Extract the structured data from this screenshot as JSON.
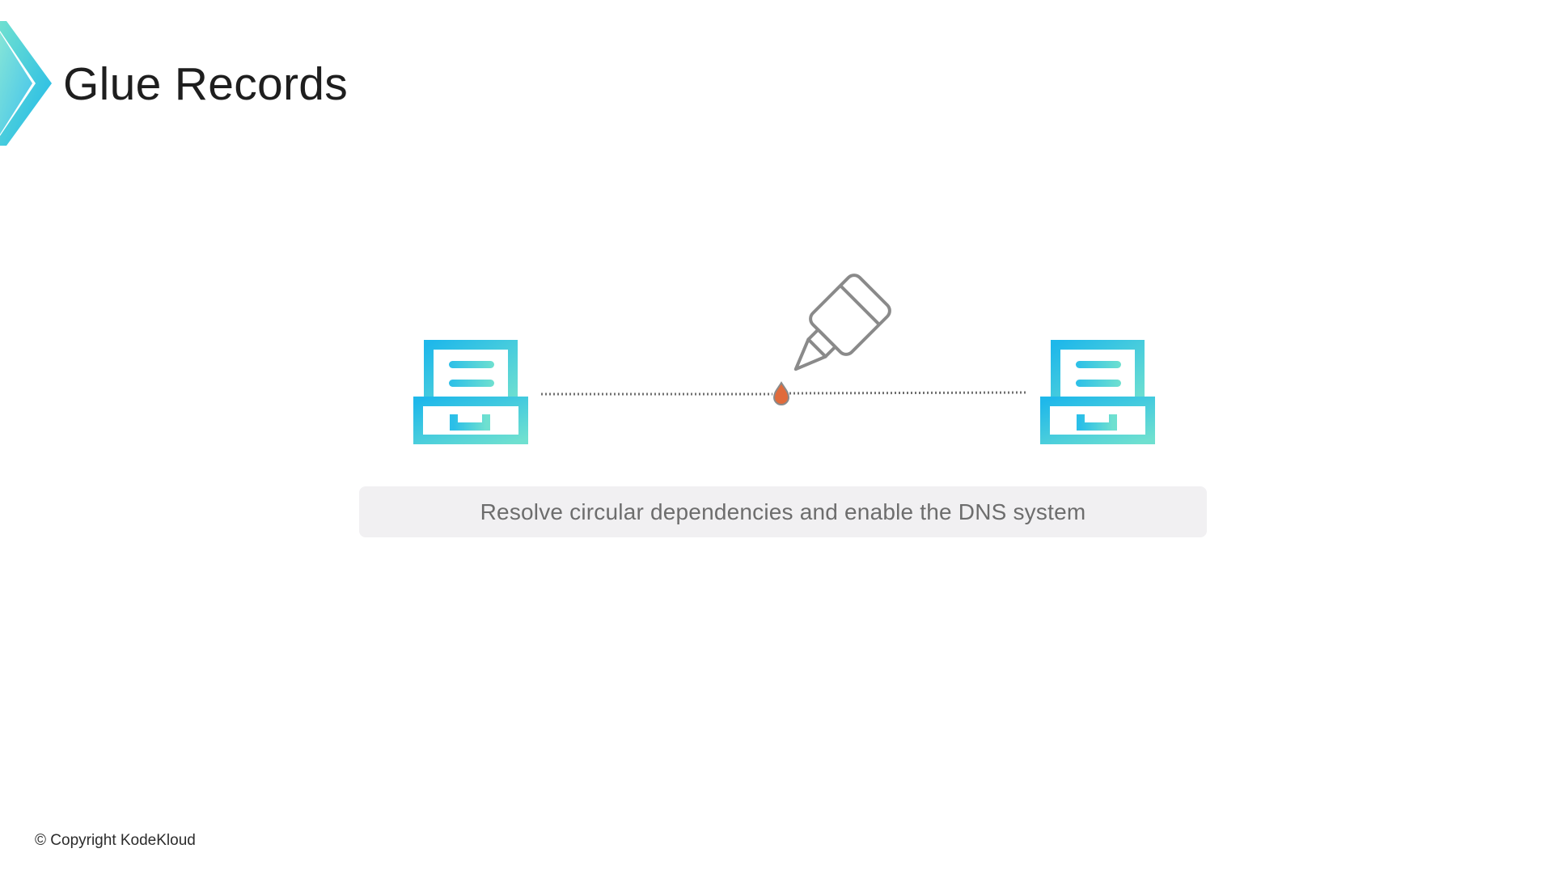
{
  "slide": {
    "title": "Glue Records",
    "caption": "Resolve circular dependencies and enable the DNS system",
    "copyright": "© Copyright KodeKloud"
  },
  "diagram": {
    "left_node": {
      "icon": "file-cabinet-icon"
    },
    "connector_icon": "glue-bottle-icon",
    "drop_icon": "glue-drop-icon",
    "right_node": {
      "icon": "file-cabinet-icon"
    }
  },
  "colors": {
    "brand_gradient_start": "#1fb8ea",
    "brand_gradient_end": "#6fe0d0",
    "glue_drop": "#e06b3c",
    "bottle_outline": "#8a8a8a",
    "connector_line": "#707070",
    "caption_bg": "#f1f0f2"
  }
}
